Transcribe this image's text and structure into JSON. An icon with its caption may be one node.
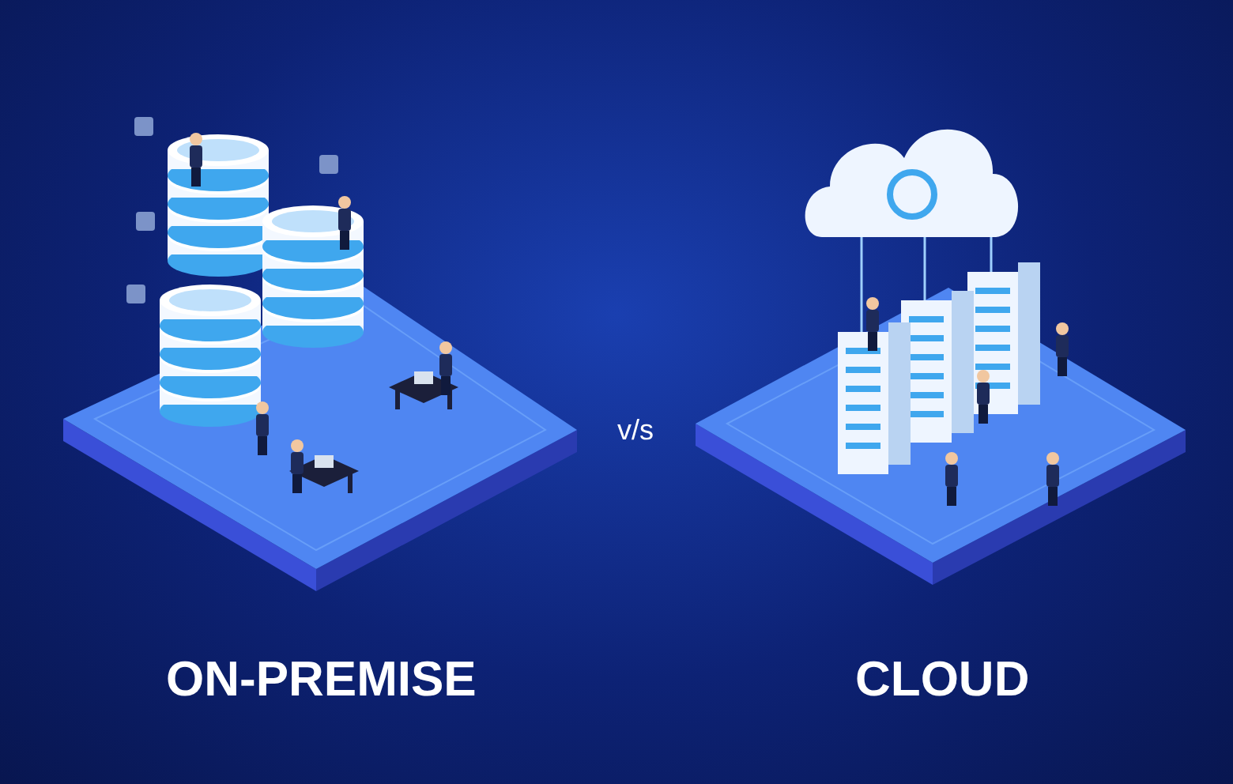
{
  "diagram": {
    "labels": [
      "v/s",
      "ON-PREMISE",
      "CLOUD"
    ]
  }
}
